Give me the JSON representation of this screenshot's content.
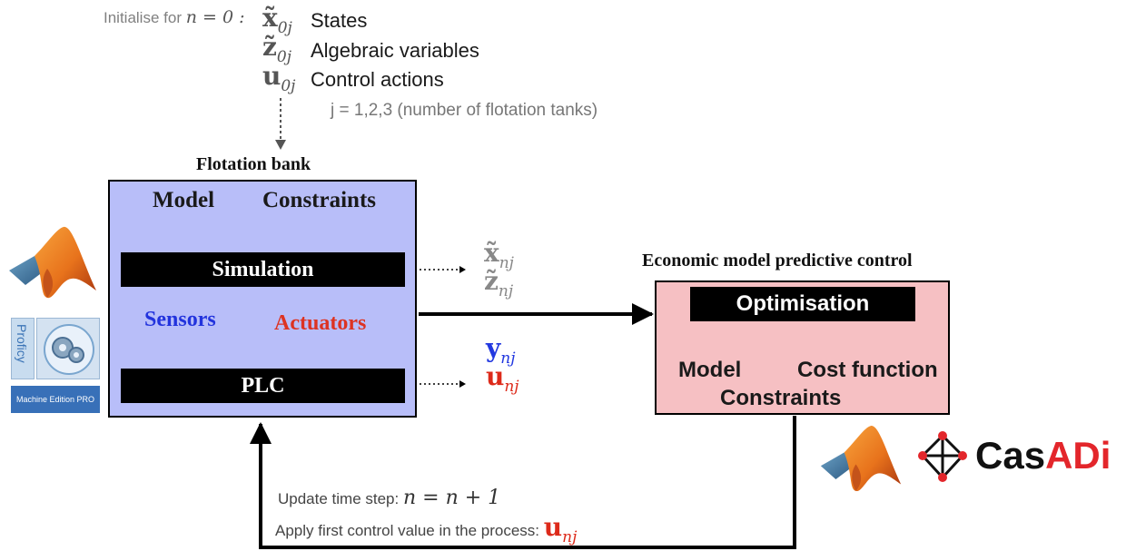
{
  "init": {
    "label": "Initialise for",
    "condition": "n = 0 :",
    "states_symbol": "x̃",
    "states_sub": "0j",
    "states_label": "States",
    "alg_symbol": "z̃",
    "alg_sub": "0j",
    "alg_label": "Algebraic variables",
    "ctrl_symbol": "u",
    "ctrl_sub": "0j",
    "ctrl_label": "Control actions",
    "j_note": "j = 1,2,3 (number of flotation tanks)"
  },
  "flotation": {
    "title": "Flotation bank",
    "model": "Model",
    "constraints": "Constraints",
    "simulation": "Simulation",
    "sensors": "Sensors",
    "actuators": "Actuators",
    "plc": "PLC"
  },
  "outputs": {
    "x_symbol": "x̃",
    "z_symbol": "z̃",
    "y_symbol": "y",
    "u_symbol": "u",
    "sub": "nj"
  },
  "empc": {
    "title": "Economic model predictive control",
    "optimisation": "Optimisation",
    "model": "Model",
    "cost_function": "Cost function",
    "constraints": "Constraints"
  },
  "feedback": {
    "update_label": "Update time step:",
    "update_eq": "n = n + 1",
    "apply_label": "Apply first control value in the process:",
    "apply_symbol": "u",
    "apply_sub": "nj"
  },
  "logos": {
    "proficy_text": "Proficy",
    "machine_edition": "Machine Edition PRO",
    "casadi_cas": "Cas",
    "casadi_adi": "ADi",
    "icons": [
      "matlab-icon",
      "proficy-gears-icon",
      "casadi-icon"
    ]
  },
  "colors": {
    "box_blue": "#b8bef9",
    "box_pink": "#f6c0c3",
    "sensors": "#2233dd",
    "actuators": "#dd3322",
    "u_red": "#dd2a1a",
    "y_blue": "#2238e0",
    "casadi_red": "#e3262b"
  }
}
